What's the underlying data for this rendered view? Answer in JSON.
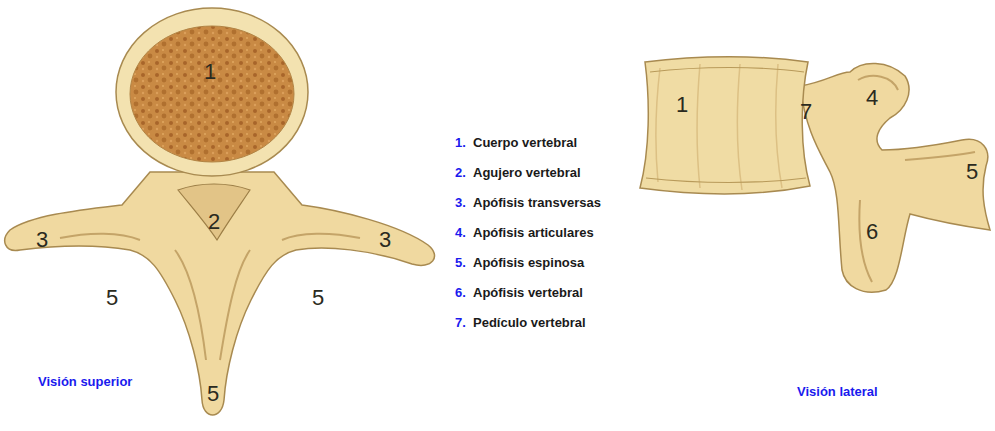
{
  "diagram": {
    "labels": [
      "1",
      "2",
      "3",
      "3",
      "5",
      "5",
      "5",
      "Visión superior",
      "1",
      "7",
      "4",
      "5",
      "6",
      "Visión lateral",
      "1.",
      "Cuerpo vertebral",
      "2.",
      "Agujero vertebral",
      "3.",
      "Apófisis transversas",
      "4.",
      "Apófisis articulares",
      "5.",
      "Apófisis espinosa",
      "6.",
      "Apófisis vertebral",
      "7.",
      "Pedículo vertebral"
    ]
  }
}
